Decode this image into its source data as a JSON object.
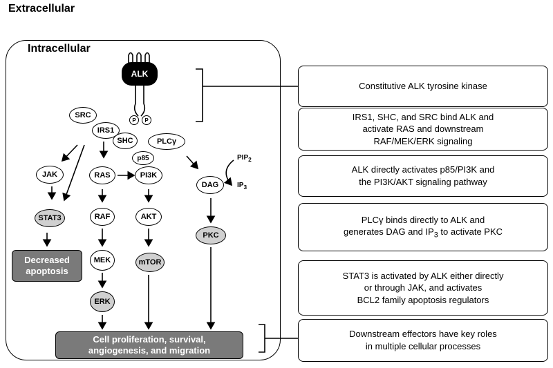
{
  "labels": {
    "extracellular": "Extracellular",
    "intracellular": "Intracellular"
  },
  "nodes": {
    "alk": "ALK",
    "p_left": "P",
    "p_right": "P",
    "src": "SRC",
    "irs1": "IRS1",
    "shc": "SHC",
    "plcg": "PLCγ",
    "p85": "p85",
    "jak": "JAK",
    "ras": "RAS",
    "pi3k": "PI3K",
    "dag": "DAG",
    "stat3": "STAT3",
    "raf": "RAF",
    "akt": "AKT",
    "pkc": "PKC",
    "mek": "MEK",
    "mtor": "mTOR",
    "erk": "ERK"
  },
  "side_labels": {
    "pip2": "PIP",
    "pip2_sub": "2",
    "ip3": "IP",
    "ip3_sub": "3"
  },
  "outcomes": {
    "apoptosis_line1": "Decreased",
    "apoptosis_line2": "apoptosis",
    "proliferation_line1": "Cell proliferation, survival,",
    "proliferation_line2": "angiogenesis, and migration"
  },
  "descriptions": [
    {
      "lines": [
        "Constitutive ALK tyrosine kinase"
      ]
    },
    {
      "lines": [
        "IRS1, SHC, and SRC bind ALK and",
        "activate RAS and downstream",
        "RAF/MEK/ERK signaling"
      ]
    },
    {
      "lines": [
        "ALK directly activates p85/PI3K and",
        "the PI3K/AKT signaling pathway"
      ]
    },
    {
      "lines": [
        "PLCγ binds directly to ALK and",
        "generates DAG and IP",
        "3",
        " to activate PKC"
      ]
    },
    {
      "lines": [
        "STAT3 is activated by ALK either directly",
        "or through JAK, and activates",
        "BCL2 family apoptosis regulators"
      ]
    },
    {
      "lines": [
        "Downstream effectors have key roles",
        "in multiple cellular processes"
      ]
    }
  ]
}
